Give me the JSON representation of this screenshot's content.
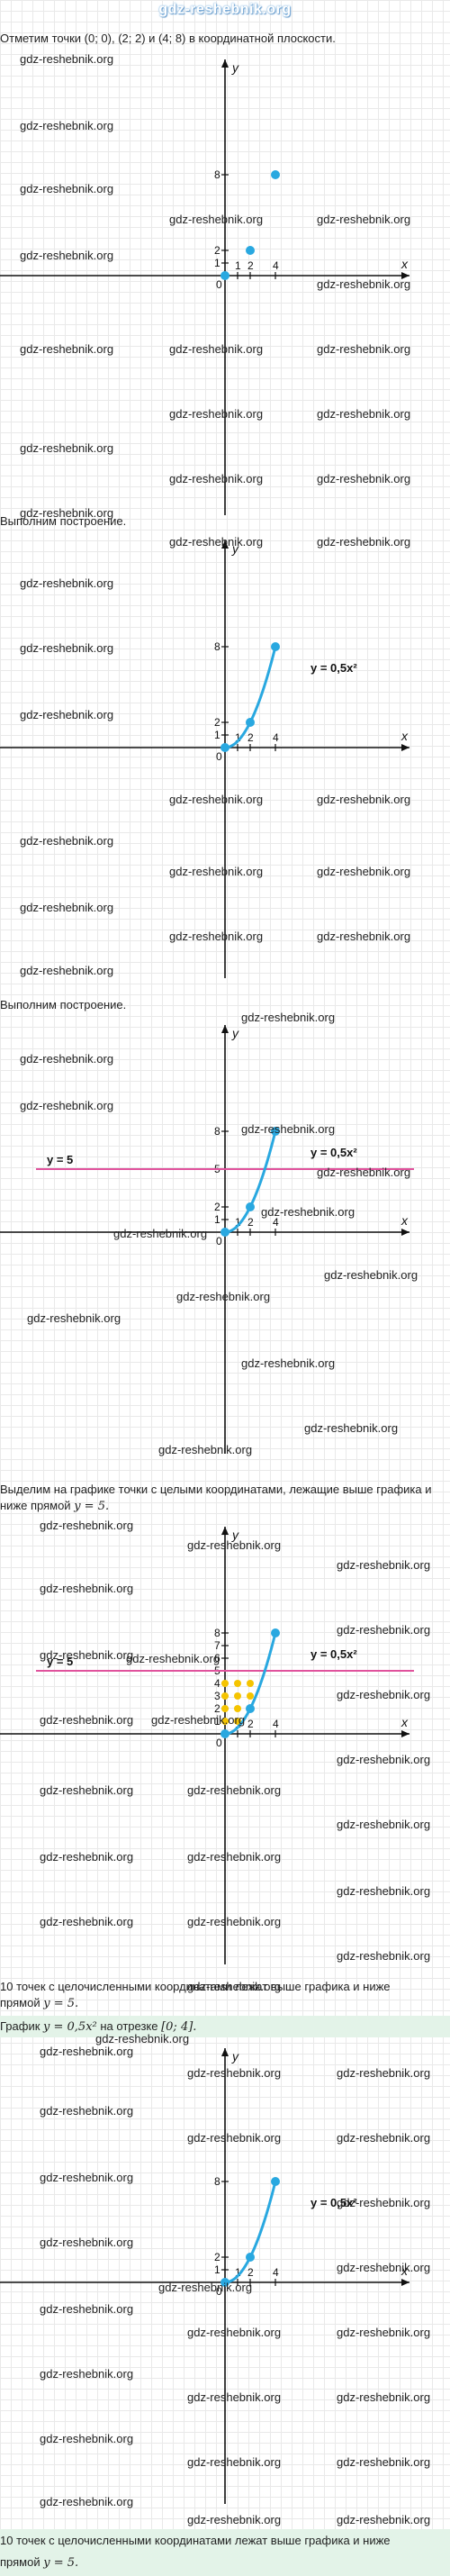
{
  "site_logo": "gdz-reshebnik.org",
  "watermark": "gdz-reshebnik.org",
  "steps": [
    {
      "intro": "Отметим точки (0; 0), (2; 2) и (4; 8) в координатной плоскости.",
      "graph": {
        "x_axis_label": "x",
        "y_axis_label": "y",
        "x_ticks": [
          "1",
          "2",
          "4"
        ],
        "y_ticks": [
          "1",
          "2",
          "8"
        ],
        "origin_label": "0",
        "points": [
          [
            0,
            0
          ],
          [
            2,
            2
          ],
          [
            4,
            8
          ]
        ],
        "curve": null,
        "line_label": null,
        "func_label": null,
        "integer_points": []
      }
    },
    {
      "intro": "Выполним построение.",
      "graph": {
        "x_axis_label": "x",
        "y_axis_label": "y",
        "x_ticks": [
          "1",
          "2",
          "4"
        ],
        "y_ticks": [
          "1",
          "2",
          "8"
        ],
        "origin_label": "0",
        "points": [
          [
            0,
            0
          ],
          [
            2,
            2
          ],
          [
            4,
            8
          ]
        ],
        "curve": {
          "a": 0.5,
          "x_from": 0,
          "x_to": 4
        },
        "line_label": null,
        "func_label": "y = 0,5x²",
        "integer_points": []
      }
    },
    {
      "intro": "Выполним построение.",
      "graph": {
        "x_axis_label": "x",
        "y_axis_label": "y",
        "x_ticks": [
          "1",
          "2",
          "4"
        ],
        "y_ticks": [
          "1",
          "2",
          "5",
          "8"
        ],
        "origin_label": "0",
        "points": [
          [
            0,
            0
          ],
          [
            2,
            2
          ],
          [
            4,
            8
          ]
        ],
        "curve": {
          "a": 0.5,
          "x_from": 0,
          "x_to": 4
        },
        "line_label": "y = 5",
        "line_y": 5,
        "func_label": "y = 0,5x²",
        "integer_points": []
      }
    },
    {
      "intro_line1": "Выделим на графике точки с целыми координатами, лежащие выше графика и",
      "intro_line2_text": "ниже прямой ",
      "intro_line2_math": "y = 5.",
      "graph": {
        "x_axis_label": "x",
        "y_axis_label": "y",
        "x_ticks": [
          "1",
          "2",
          "4"
        ],
        "y_ticks": [
          "1",
          "2",
          "3",
          "4",
          "5",
          "6",
          "7",
          "8"
        ],
        "origin_label": "0",
        "points": [
          [
            0,
            0
          ],
          [
            2,
            2
          ],
          [
            4,
            8
          ]
        ],
        "curve": {
          "a": 0.5,
          "x_from": 0,
          "x_to": 4
        },
        "line_label": "y = 5",
        "line_y": 5,
        "func_label": "y = 0,5x²",
        "integer_points": [
          [
            0,
            1
          ],
          [
            0,
            2
          ],
          [
            0,
            3
          ],
          [
            0,
            4
          ],
          [
            1,
            1
          ],
          [
            1,
            2
          ],
          [
            1,
            3
          ],
          [
            1,
            4
          ],
          [
            2,
            3
          ],
          [
            2,
            4
          ]
        ]
      }
    }
  ],
  "conclusion_1_line1": "10 точек с целочисленными координатами лежат выше графика и ниже",
  "conclusion_1_line2_text": "прямой ",
  "conclusion_1_line2_math": "y = 5.",
  "alt_title_text": "График ",
  "alt_title_math": "y = 0,5x²",
  "alt_title_mid": " на отрезке ",
  "alt_title_range": "[0; 4].",
  "alt_graph": {
    "x_axis_label": "x",
    "y_axis_label": "y",
    "x_ticks": [
      "1",
      "2",
      "4"
    ],
    "y_ticks": [
      "1",
      "2",
      "8"
    ],
    "origin_label": "0",
    "points": [
      [
        0,
        0
      ],
      [
        2,
        2
      ],
      [
        4,
        8
      ]
    ],
    "curve": {
      "a": 0.5,
      "x_from": 0,
      "x_to": 4
    },
    "line_label": null,
    "func_label": "y = 0,5x²",
    "integer_points": []
  },
  "conclusion_2_line1": "10 точек с целочисленными координатами лежат выше графика и ниже",
  "conclusion_2_line2_text": "прямой ",
  "conclusion_2_line2_math": "y = 5.",
  "colors": {
    "curve": "#29a8e0",
    "line": "#e0529c",
    "integer_points": "#f5c400",
    "highlight": "#e3f3e8"
  }
}
